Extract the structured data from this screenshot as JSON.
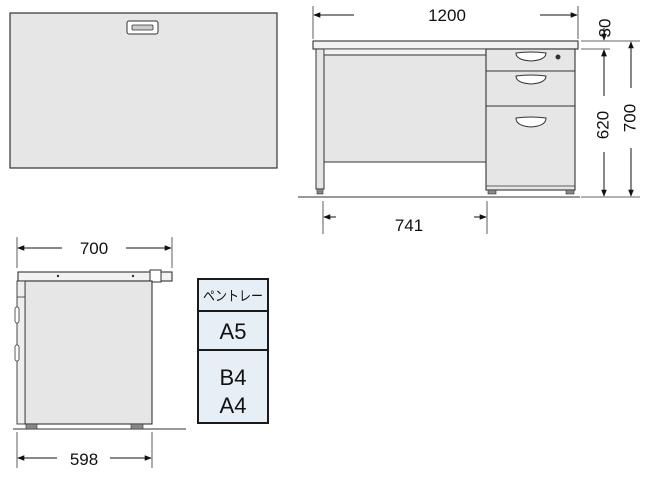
{
  "dimensions": {
    "front_width": "1200",
    "top_thickness": "30",
    "height": "700",
    "pedestal_height": "620",
    "knee_width": "741",
    "side_depth": "700",
    "side_inner_depth": "598"
  },
  "drawer_legend": {
    "items": [
      "ペントレー",
      "A5",
      "B4",
      "A4"
    ]
  },
  "colors": {
    "panel_fill": "#e6e6e6",
    "line": "#333333",
    "legend_fill": "#e6eff6",
    "legend_border": "#1a1a1a"
  }
}
